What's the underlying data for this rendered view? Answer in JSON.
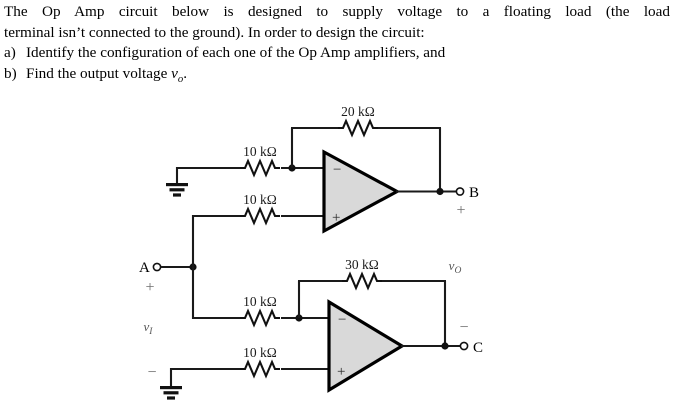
{
  "problem": {
    "line1": "The Op Amp circuit below is designed to supply voltage to a floating load (the load",
    "line2": "terminal isn’t connected to the ground). In order to design the circuit:",
    "items": [
      {
        "marker": "a)",
        "text_before": "Identify the configuration of each one of the Op Amp amplifiers, and",
        "symbol": "",
        "text_after": ""
      },
      {
        "marker": "b)",
        "text_before": "Find the output voltage ",
        "symbol": "v",
        "symbol_sub": "o",
        "text_after": "."
      }
    ]
  },
  "circuit": {
    "resistors": {
      "feedback_top": "20 kΩ",
      "input_top_inverting": "10 kΩ",
      "input_top_noninverting": "10 kΩ",
      "feedback_bottom": "30 kΩ",
      "input_bottom_inverting": "10 kΩ",
      "input_bottom_noninverting": "10 kΩ"
    },
    "terminals": {
      "a": {
        "label": "A",
        "sign": "+"
      },
      "b": {
        "label": "B",
        "sign": "+"
      },
      "c": {
        "label": "C",
        "sign": "−"
      }
    },
    "voltages": {
      "input": {
        "symbol": "v",
        "sub": "I"
      },
      "input_minus_sign": "−",
      "output": {
        "symbol": "v",
        "sub": "O"
      }
    },
    "opamps": [
      {
        "name": "top",
        "inverting": "−",
        "noninverting": "+"
      },
      {
        "name": "bottom",
        "inverting": "−",
        "noninverting": "+"
      }
    ],
    "colors": {
      "wire": "#1a1a1a",
      "opamp_fill": "#d9d9d9",
      "opamp_stroke": "#000000",
      "sign_gray": "#6e6e6e"
    }
  }
}
